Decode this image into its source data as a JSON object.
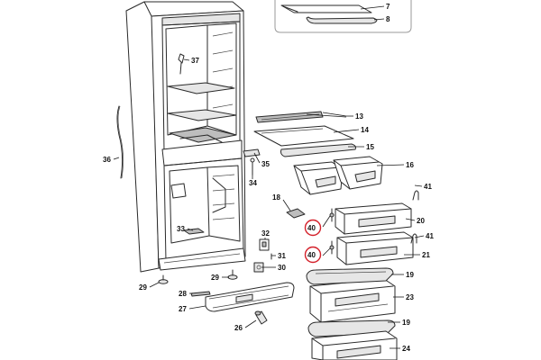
{
  "callouts": [
    {
      "id": "c7",
      "text": "7"
    },
    {
      "id": "c8",
      "text": "8"
    },
    {
      "id": "c13",
      "text": "13"
    },
    {
      "id": "c14",
      "text": "14"
    },
    {
      "id": "c15",
      "text": "15"
    },
    {
      "id": "c16",
      "text": "16"
    },
    {
      "id": "c18",
      "text": "18"
    },
    {
      "id": "c19a",
      "text": "19"
    },
    {
      "id": "c19b",
      "text": "19"
    },
    {
      "id": "c20",
      "text": "20"
    },
    {
      "id": "c21",
      "text": "21"
    },
    {
      "id": "c23",
      "text": "23"
    },
    {
      "id": "c24",
      "text": "24"
    },
    {
      "id": "c26",
      "text": "26"
    },
    {
      "id": "c27",
      "text": "27"
    },
    {
      "id": "c28",
      "text": "28"
    },
    {
      "id": "c29a",
      "text": "29"
    },
    {
      "id": "c29b",
      "text": "29"
    },
    {
      "id": "c30",
      "text": "30"
    },
    {
      "id": "c31",
      "text": "31"
    },
    {
      "id": "c32",
      "text": "32"
    },
    {
      "id": "c33",
      "text": "33"
    },
    {
      "id": "c34",
      "text": "34"
    },
    {
      "id": "c35",
      "text": "35"
    },
    {
      "id": "c36",
      "text": "36"
    },
    {
      "id": "c37",
      "text": "37"
    },
    {
      "id": "c40a",
      "text": "40",
      "highlight": true
    },
    {
      "id": "c40b",
      "text": "40",
      "highlight": true
    },
    {
      "id": "c41a",
      "text": "41"
    },
    {
      "id": "c41b",
      "text": "41"
    }
  ],
  "colors": {
    "line": "#2a2a2a",
    "highlight": "#d4202a",
    "background": "#ffffff",
    "inset_border": "#9a9a9a"
  }
}
